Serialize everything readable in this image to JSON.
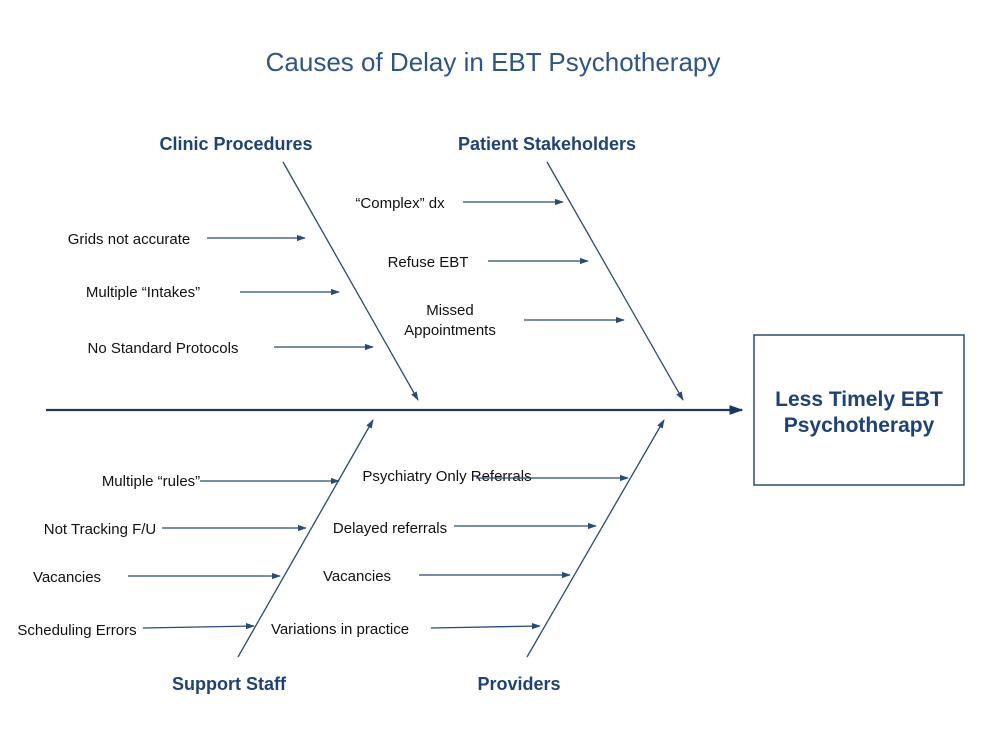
{
  "title": "Causes of Delay in EBT Psychotherapy",
  "effect": {
    "line1": "Less Timely EBT",
    "line2": "Psychotherapy"
  },
  "categories": {
    "clinic": "Clinic Procedures",
    "patient": "Patient Stakeholders",
    "support": "Support Staff",
    "providers": "Providers"
  },
  "causes": {
    "clinic": [
      "Grids not accurate",
      "Multiple “Intakes”",
      "No Standard Protocols"
    ],
    "patient": [
      "“Complex” dx",
      "Refuse EBT",
      "Missed",
      "Appointments"
    ],
    "support": [
      "Multiple “rules”",
      "Not Tracking F/U",
      "Vacancies",
      "Scheduling Errors"
    ],
    "providers": [
      "Psychiatry Only Referrals",
      "Delayed referrals",
      "Vacancies",
      "Variations in practice"
    ]
  },
  "colors": {
    "heading": "#2f5583",
    "category": "#1f4275",
    "line": "#2a4a77"
  }
}
